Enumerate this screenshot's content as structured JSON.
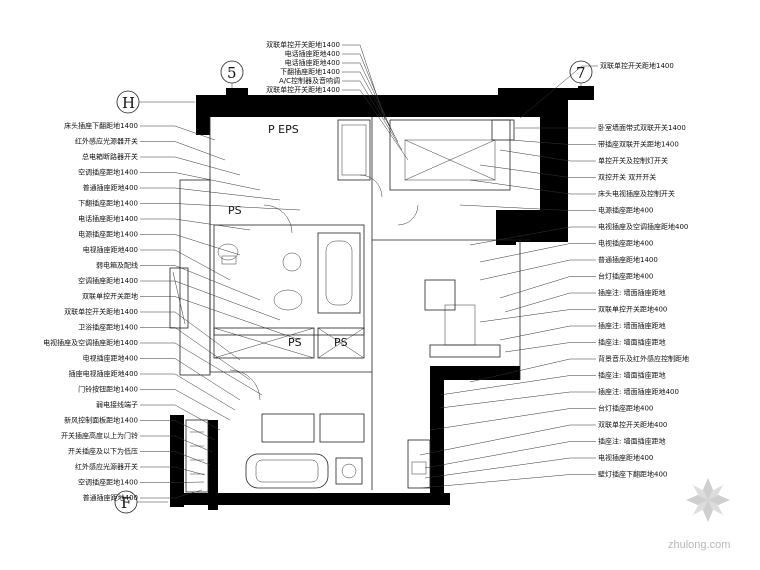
{
  "grid_markers": {
    "h": "H",
    "f": "F",
    "five": "5",
    "seven": "7"
  },
  "room_labels": {
    "p_eps": "P EPS",
    "ps_upper": "PS",
    "ps_lower": "PS",
    "ps_duct": "PS"
  },
  "watermark": {
    "text": "zhulong.com"
  },
  "callouts_top": [
    "双联单控开关距地1400",
    "电话插座距地400",
    "电话插座距地400",
    "下翻插座距地1400",
    "A/C控制器及音响调",
    "双联单控开关距地1400"
  ],
  "callouts_top_right": [
    "双联单控开关距地1400"
  ],
  "callouts_left": [
    "床头插座下翻距地1400",
    "红外感应光源器开关",
    "总电箱断路器开关",
    "空调插座距地1400",
    "普通插座距地400",
    "下翻插座距地1400",
    "电话插座距地1400",
    "电源插座距地1400",
    "电视插座距地400",
    "弱电箱及配线",
    "空调插座距地1400",
    "双联单控开关距地",
    "双联单控开关距地1400",
    "卫浴插座距地1400",
    "电视插座及空调插座距地1400",
    "电视插座距地400",
    "插座电视插座距地400",
    "门铃按钮距地1400",
    "弱电接线端子",
    "新风控制面板距地1400",
    "开关插座高度以上为门铃",
    "开关插座及以下为低压",
    "红外感应光源器开关",
    "空调插座距地1400",
    "普通插座距地400"
  ],
  "callouts_right": [
    "卧室墙面带式双联开关1400",
    "带插座双联开关距地1400",
    "单控开关及控制灯开关",
    "双控开关 双开开关",
    "床头电视插座及控制开关",
    "电源插座距地400",
    "电视插座及空调插座距地400",
    "电视插座距地400",
    "普通插座距地1400",
    "台灯插座距地400",
    "插座注: 墙面插座距地",
    "双联单控开关距地400",
    "插座注: 墙面插座距地",
    "插座注: 墙面插座距地",
    "背景音乐及红外感应控制距地",
    "插座注: 墙面插座距地",
    "插座注: 墙面插座距地400",
    "台灯插座距地400",
    "双联单控开关距地400",
    "插座注: 墙面插座距地",
    "电视插座距地400",
    "壁灯插座下翻距地400"
  ]
}
